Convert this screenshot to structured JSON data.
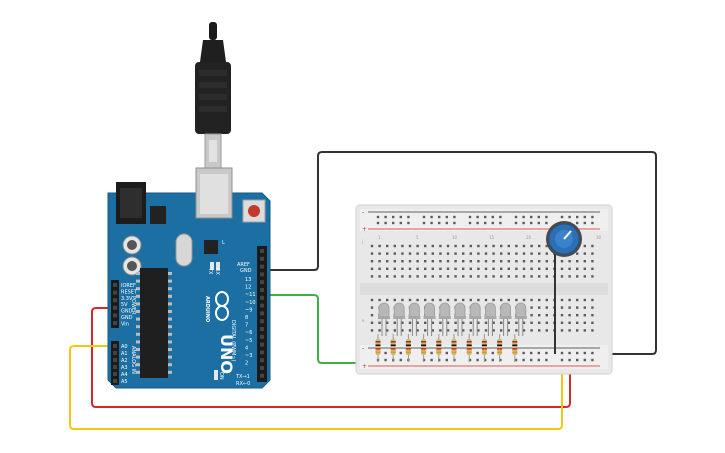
{
  "board": {
    "name": "UNO",
    "brand": "ARDUINO",
    "header_aref": "AREF",
    "header_gnd": "GND",
    "digital_label": "DIGITAL (PWM~)",
    "tx": "TX",
    "rx": "RX",
    "tx_pin": "TX→1",
    "rx_pin": "RX←0",
    "power_label": "POWER",
    "analog_label": "ANALOG IN",
    "power_pins": [
      "IOREF",
      "RESET",
      "3.3V",
      "5V",
      "GND",
      "GND",
      "Vin"
    ],
    "analog_pins": [
      "A0",
      "A1",
      "A2",
      "A3",
      "A4",
      "A5"
    ],
    "digital_pins": [
      "13",
      "12",
      "~11",
      "~10",
      "~9",
      "8",
      "7",
      "~6",
      "~5",
      "4",
      "~3",
      "2"
    ],
    "on_label": "ON",
    "l_label": "L"
  },
  "breadboard": {
    "column_numbers": [
      "1",
      "5",
      "10",
      "15",
      "20",
      "25",
      "30"
    ],
    "row_letters_top": [
      "j",
      "i",
      "h",
      "g",
      "f"
    ],
    "row_letters_bottom": [
      "e",
      "d",
      "c",
      "b",
      "a"
    ],
    "plus": "+",
    "minus": "-"
  },
  "colors": {
    "board": "#1b6fa3",
    "board_edge": "#155a87",
    "wire_black": "#333333",
    "wire_green": "#3cb043",
    "wire_red": "#d62828",
    "wire_yellow": "#f2c811",
    "led_gray": "#b8b8b8",
    "pot_blue": "#2d6fb5"
  },
  "components": {
    "led_count": 10,
    "resistor_count": 10
  }
}
